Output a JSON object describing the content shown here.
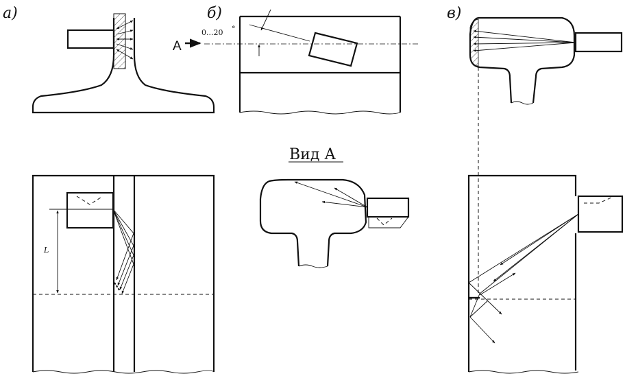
{
  "labels": {
    "panel_a": "а)",
    "panel_b": "б)",
    "panel_c": "в)",
    "arrow_a": "А",
    "angle": "0...20",
    "degree": "°",
    "view_title": "Вид А",
    "length": "L"
  }
}
